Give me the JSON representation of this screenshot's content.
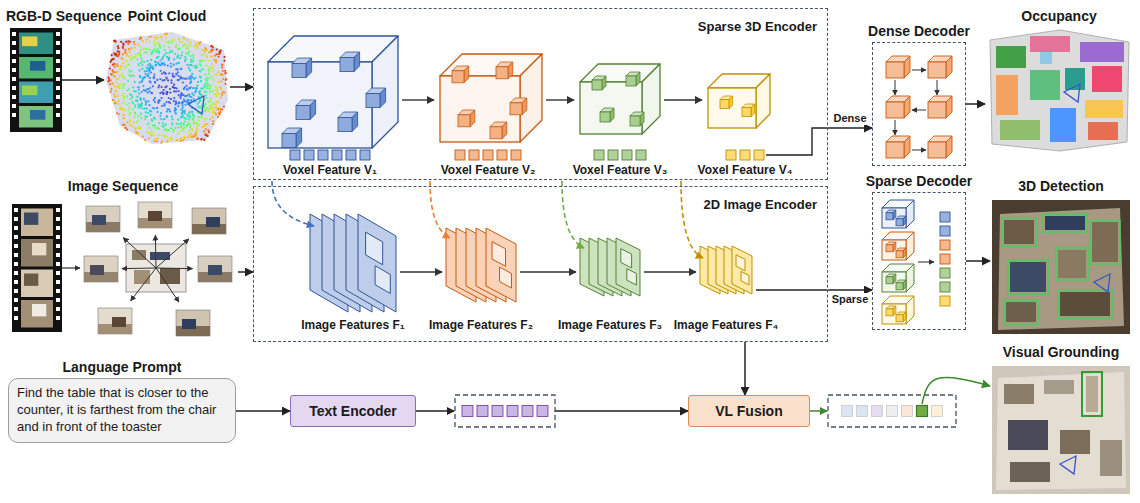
{
  "diagram": {
    "nodes": [
      {
        "text": [
          "RGB-D Sequence"
        ]
      },
      {
        "text": [
          "Point Cloud"
        ]
      },
      {
        "text": [
          "Sparse 3D Encoder"
        ]
      },
      {
        "text": [
          "Dense Decoder"
        ]
      },
      {
        "text": [
          "Occupancy"
        ]
      },
      {
        "text": [
          "Image Sequence"
        ]
      },
      {
        "text": [
          "2D Image Encoder"
        ]
      },
      {
        "text": [
          "Sparse Decoder"
        ]
      },
      {
        "text": [
          "3D Detection"
        ]
      },
      {
        "text": [
          "Language Prompt",
          "Find the table that is closer to the counter, it is farthest from the chair and in front of the toaster"
        ]
      },
      {
        "text": [
          "Text Encoder"
        ]
      },
      {
        "text": [
          "VL Fusion"
        ]
      },
      {
        "text": [
          "Visual Grounding"
        ]
      }
    ],
    "edges": [
      {
        "from": 0,
        "to": 1,
        "arrow": "to"
      },
      {
        "from": 1,
        "to": 2,
        "arrow": "to"
      },
      {
        "from": 5,
        "to": 6,
        "arrow": "to"
      },
      {
        "from": 2,
        "to": 3,
        "label": "Dense",
        "arrow": "to"
      },
      {
        "from": 6,
        "to": 7,
        "label": "Sparse",
        "arrow": "to"
      },
      {
        "from": 3,
        "to": 4,
        "arrow": "to"
      },
      {
        "from": 7,
        "to": 8,
        "arrow": "to"
      },
      {
        "from": 9,
        "to": 10,
        "arrow": "to"
      },
      {
        "from": 10,
        "to": 11,
        "arrow": "to"
      },
      {
        "from": 6,
        "to": 11,
        "arrow": "to"
      },
      {
        "from": 11,
        "to": 12,
        "arrow": "to"
      }
    ],
    "labels": [
      "Voxel Feature V₁",
      "Voxel Feature V₂",
      "Voxel Feature V₃",
      "Voxel Feature V₄",
      "Image Features F₁",
      "Image Features F₂",
      "Image Features F₃",
      "Image Features F₄"
    ]
  }
}
